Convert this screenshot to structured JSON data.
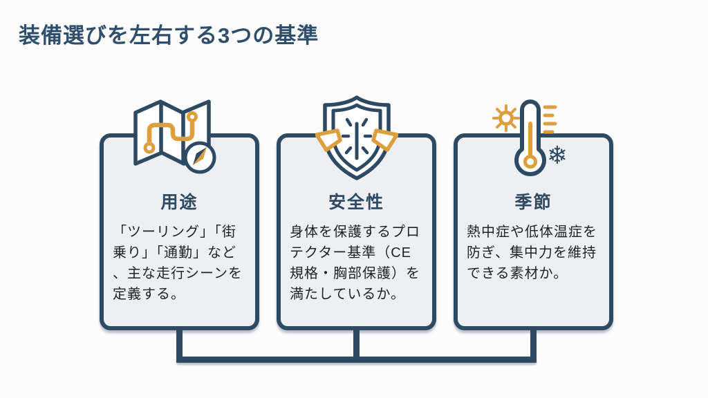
{
  "page": {
    "title": "装備選びを左右する3つの基準"
  },
  "colors": {
    "navy": "#2e4a63",
    "orange": "#dd9e3e",
    "card_background": "#edeff3",
    "body_text": "#1e2126",
    "page_background": "#fcfcfd"
  },
  "icons": {
    "card1": "map-route-compass-icon",
    "card2": "shield-protector-icon",
    "card3": "thermometer-sun-snowflake-icon",
    "snowflake_glyph": "❄"
  },
  "cards": [
    {
      "heading": "用途",
      "body_lines": [
        "「ツーリング」「街",
        "乗り」「通勤」など",
        "、主な走行シーンを",
        "定義する。"
      ]
    },
    {
      "heading": "安全性",
      "body_lines": [
        "身体を保護するプロ",
        "テクター基準（CE",
        "規格・胸部保護）を",
        "満たしているか。"
      ]
    },
    {
      "heading": "季節",
      "body_lines": [
        "熱中症や低体温症を",
        "防ぎ、集中力を維持",
        "できる素材か。"
      ]
    }
  ]
}
